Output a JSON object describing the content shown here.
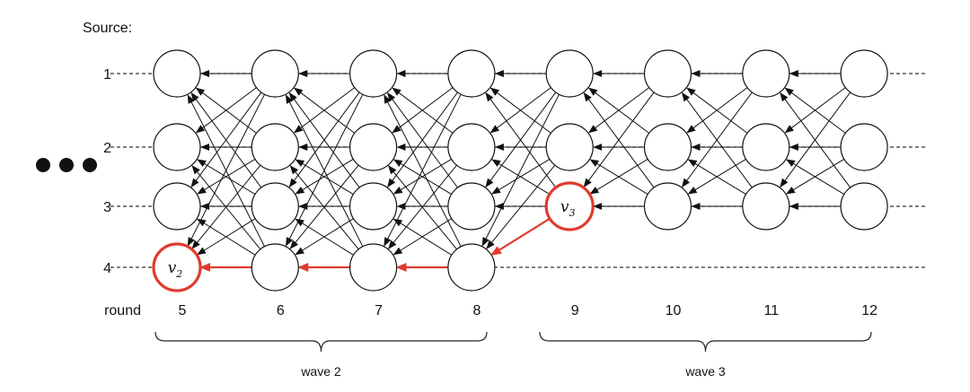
{
  "header": {
    "source_label": "Source:"
  },
  "sources": [
    "1",
    "2",
    "3",
    "4"
  ],
  "rounds_label": "round",
  "rounds": [
    "5",
    "6",
    "7",
    "8",
    "9",
    "10",
    "11",
    "12"
  ],
  "waves": [
    {
      "label": "wave 2"
    },
    {
      "label": "wave 3"
    }
  ],
  "highlights": [
    {
      "name": "v",
      "sub": "2",
      "source": "4",
      "round": "5"
    },
    {
      "name": "v",
      "sub": "3",
      "source": "3",
      "round": "9"
    }
  ],
  "present_nodes": {
    "1": [
      "5",
      "6",
      "7",
      "8",
      "9",
      "10",
      "11",
      "12"
    ],
    "2": [
      "5",
      "6",
      "7",
      "8",
      "9",
      "10",
      "11",
      "12"
    ],
    "3": [
      "5",
      "6",
      "7",
      "8",
      "9",
      "10",
      "11",
      "12"
    ],
    "4": [
      "5",
      "6",
      "7",
      "8"
    ]
  },
  "colors": {
    "highlight": "#e03b2e",
    "stroke": "#111111",
    "dots": "#111111"
  }
}
